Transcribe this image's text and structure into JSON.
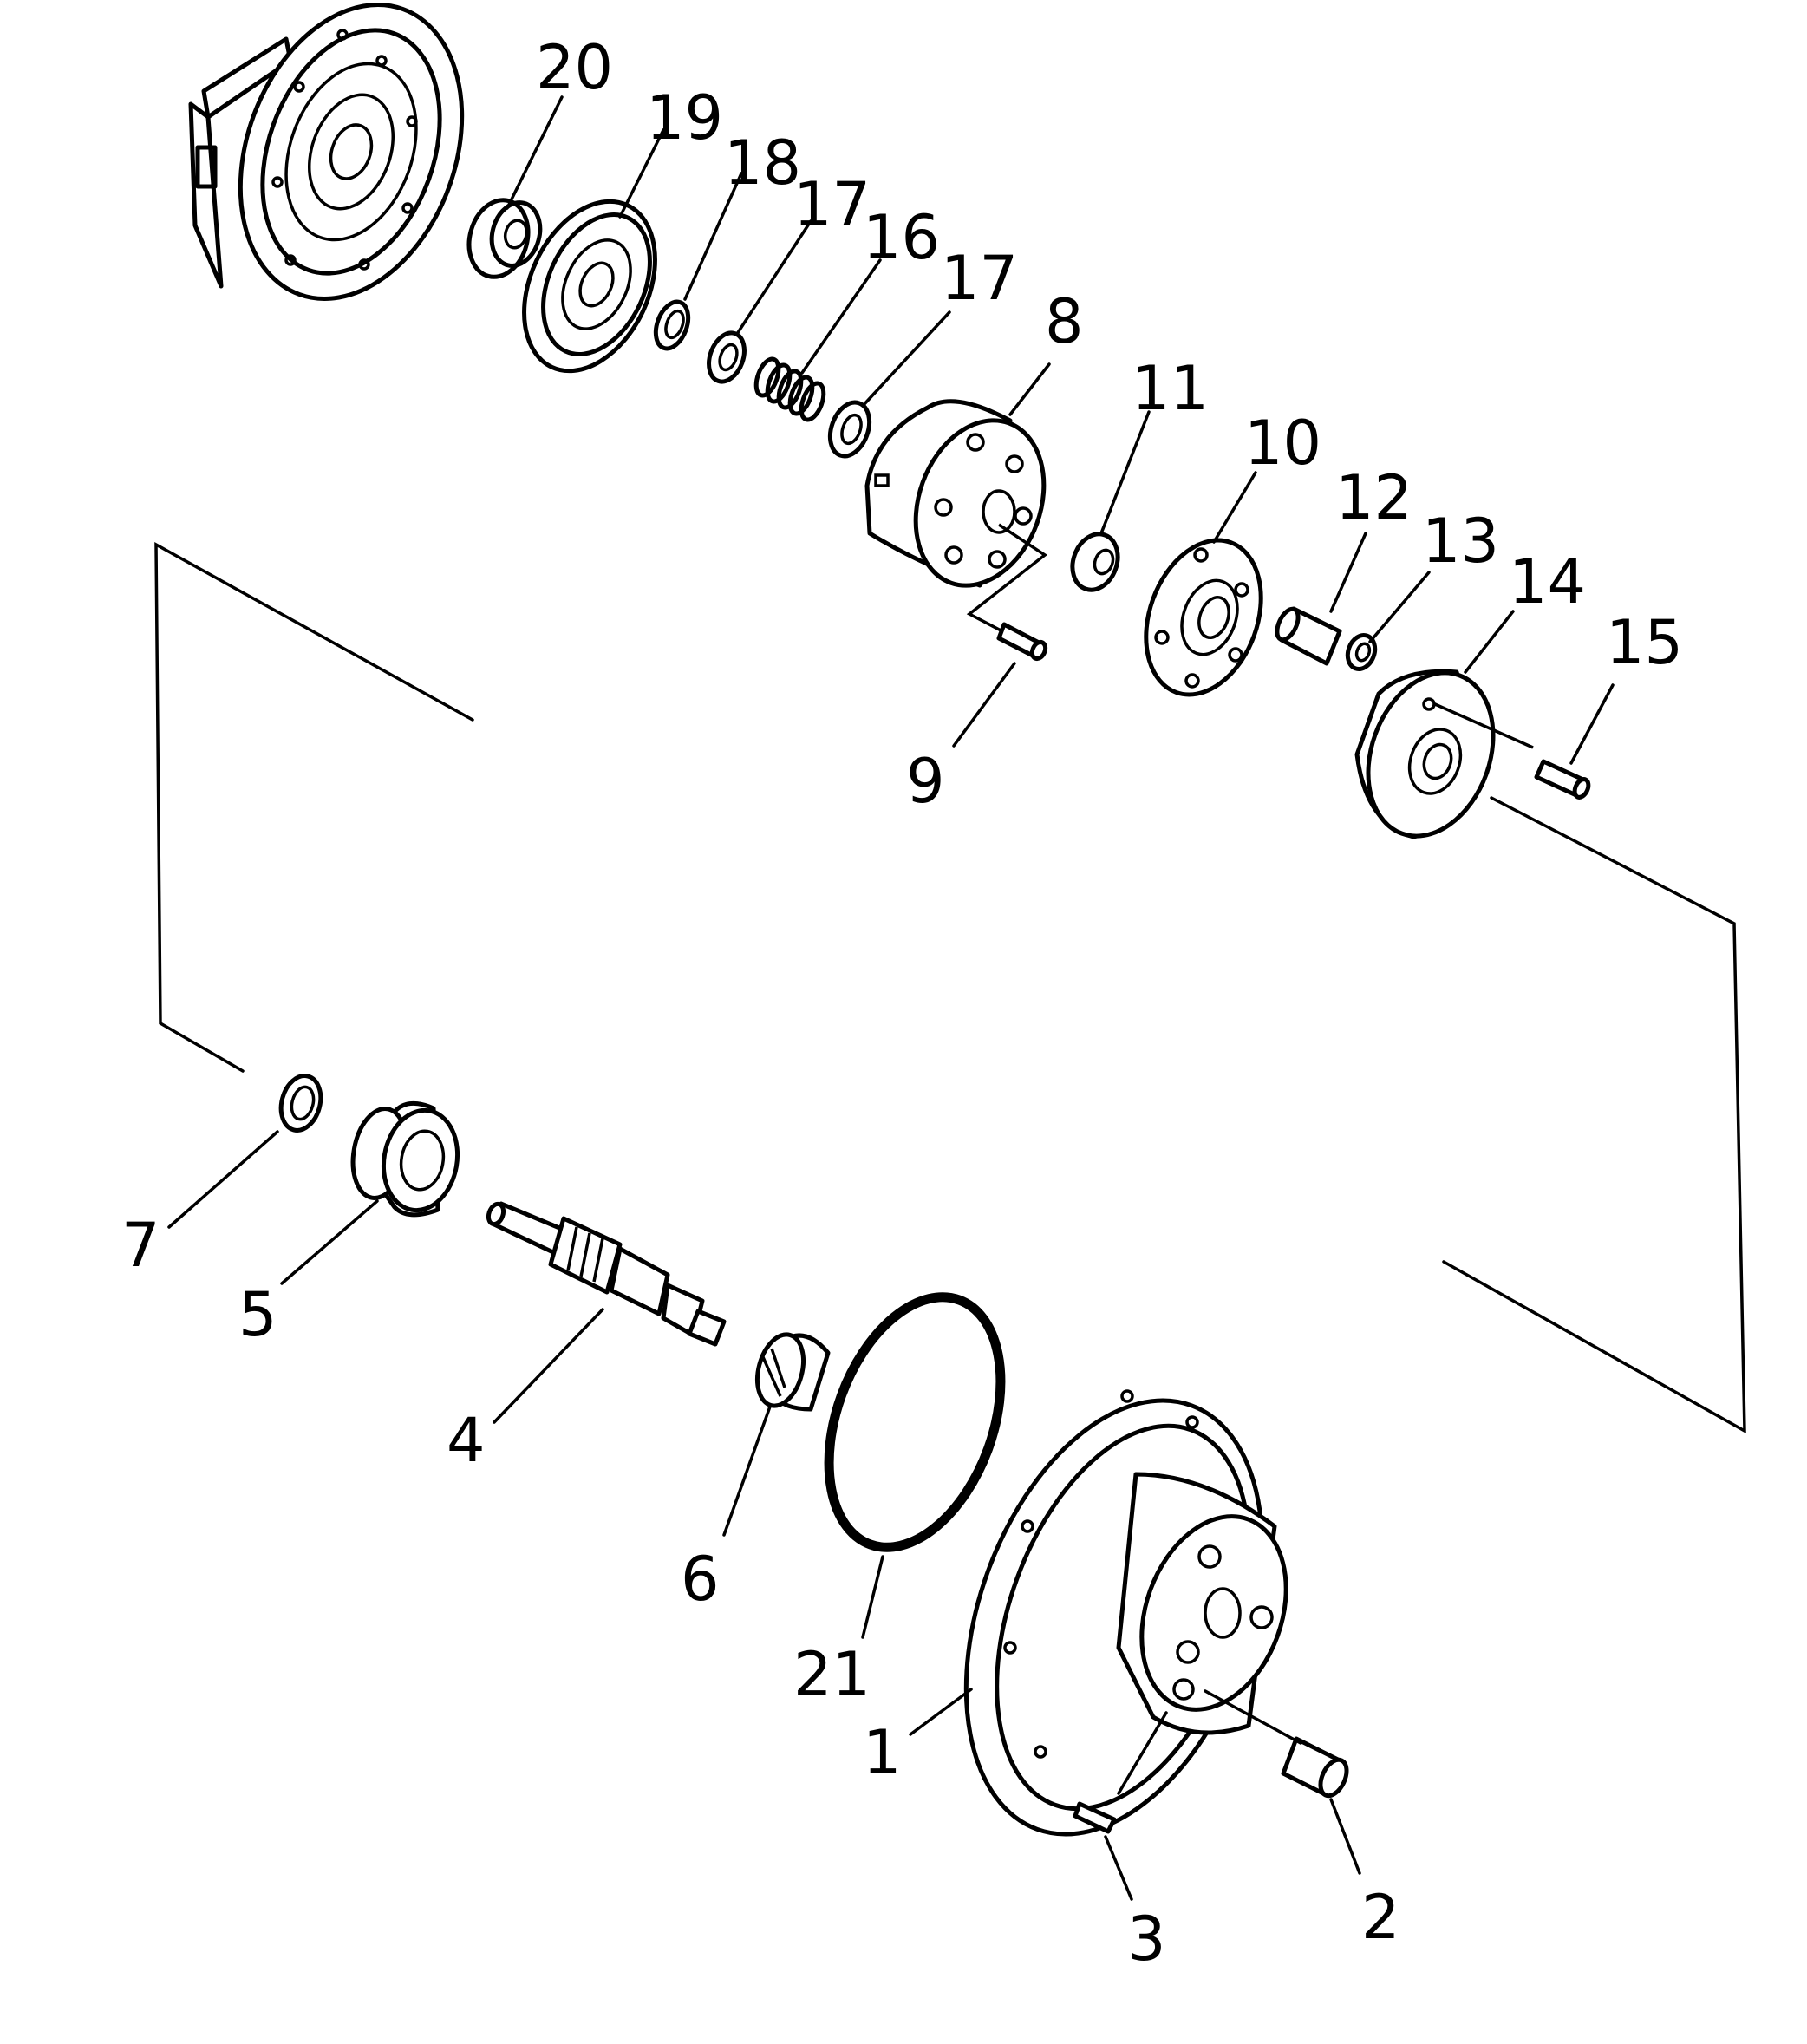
{
  "callouts": [
    {
      "id": "p20",
      "text": "20"
    },
    {
      "id": "p19",
      "text": "19"
    },
    {
      "id": "p18",
      "text": "18"
    },
    {
      "id": "p17a",
      "text": "17"
    },
    {
      "id": "p16",
      "text": "16"
    },
    {
      "id": "p17b",
      "text": "17"
    },
    {
      "id": "p8",
      "text": "8"
    },
    {
      "id": "p11",
      "text": "11"
    },
    {
      "id": "p10",
      "text": "10"
    },
    {
      "id": "p12",
      "text": "12"
    },
    {
      "id": "p13",
      "text": "13"
    },
    {
      "id": "p14",
      "text": "14"
    },
    {
      "id": "p15",
      "text": "15"
    },
    {
      "id": "p9",
      "text": "9"
    },
    {
      "id": "p7",
      "text": "7"
    },
    {
      "id": "p5",
      "text": "5"
    },
    {
      "id": "p4",
      "text": "4"
    },
    {
      "id": "p6",
      "text": "6"
    },
    {
      "id": "p21",
      "text": "21"
    },
    {
      "id": "p1",
      "text": "1"
    },
    {
      "id": "p3",
      "text": "3"
    },
    {
      "id": "p2",
      "text": "2"
    }
  ]
}
